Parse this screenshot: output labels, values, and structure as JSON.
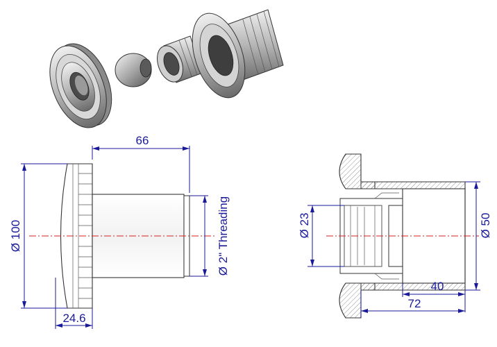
{
  "colors": {
    "dimension": "#1a1a9a",
    "centerline": "#d22020",
    "outline": "#333333",
    "metal_light": "#e6e6e6",
    "metal_dark": "#6e6e6e"
  },
  "dimensions": {
    "body_length": "66",
    "flange_diameter": "Ø 100",
    "thread_label": "Ø 2\" Threading",
    "flange_thickness": "24.6",
    "inner_diameter": "Ø 23",
    "outer_diameter": "Ø 50",
    "section_tail_length": "40",
    "section_total_length": "72"
  }
}
